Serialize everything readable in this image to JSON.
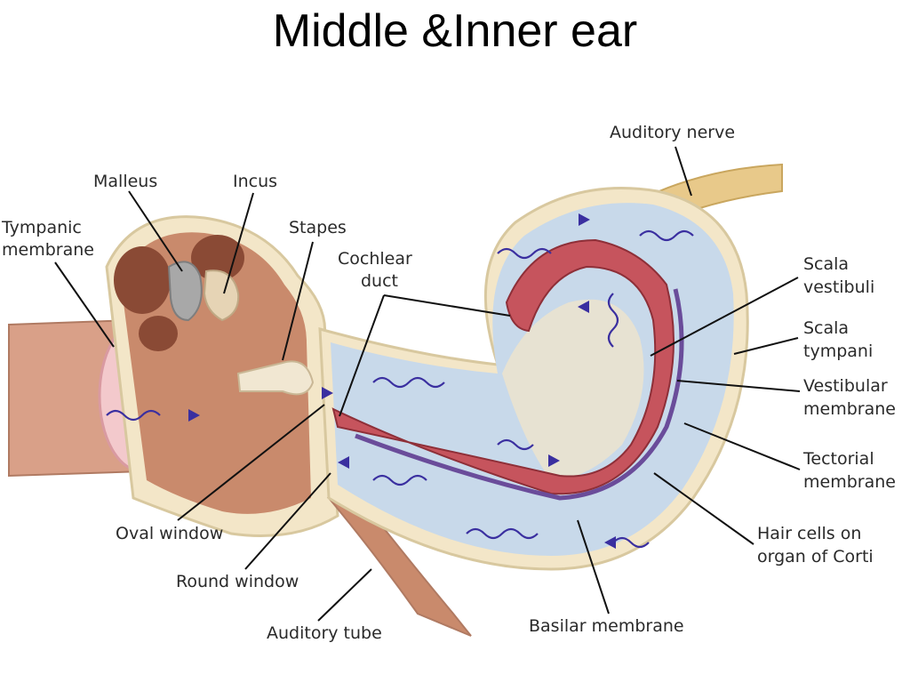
{
  "title": "Middle &Inner ear",
  "labels": {
    "auditory_nerve": "Auditory nerve",
    "malleus": "Malleus",
    "incus": "Incus",
    "tympanic_1": "Tympanic",
    "tympanic_2": "membrane",
    "stapes": "Stapes",
    "cochlear_1": "Cochlear",
    "cochlear_2": "duct",
    "scala_vestibuli_1": "Scala",
    "scala_vestibuli_2": "vestibuli",
    "scala_tympani_1": "Scala",
    "scala_tympani_2": "tympani",
    "vestibular_1": "Vestibular",
    "vestibular_2": "membrane",
    "tectorial_1": "Tectorial",
    "tectorial_2": "membrane",
    "hair_cells_1": "Hair cells on",
    "hair_cells_2": "organ of Corti",
    "oval_window": "Oval window",
    "round_window": "Round window",
    "auditory_tube": "Auditory tube",
    "basilar_membrane": "Basilar membrane"
  },
  "colors": {
    "canal": "#d9a088",
    "bone": "#f3e6c8",
    "tissue": "#c98a6c",
    "ossicle": "#a8a8a8",
    "fluid": "#c8d9ea",
    "duct": "#c6545d",
    "nerve": "#e8c98a",
    "drum": "#f3c9cc"
  }
}
